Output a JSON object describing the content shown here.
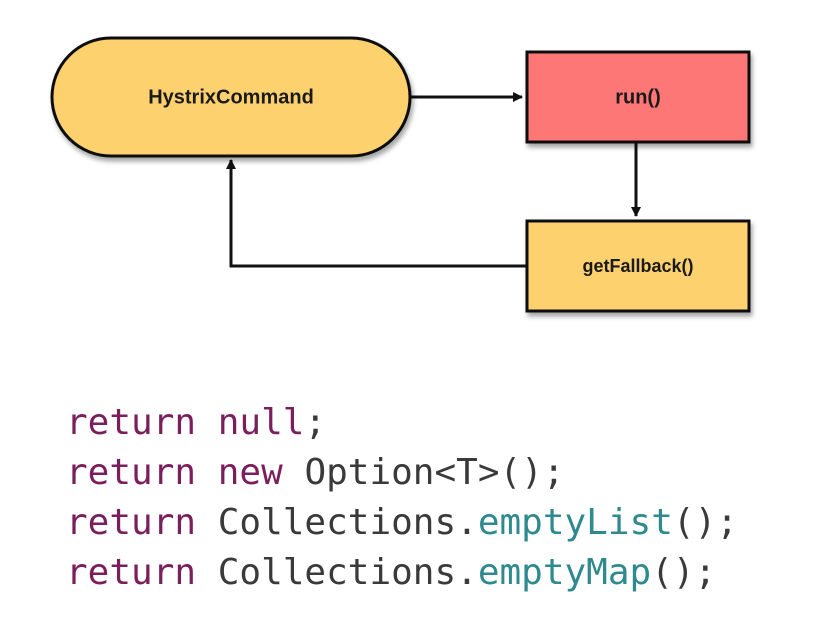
{
  "diagram": {
    "nodes": {
      "command": {
        "label": "HystrixCommand",
        "fill": "#FDD26E"
      },
      "run": {
        "label": "run()",
        "fill": "#FE7777"
      },
      "fallback": {
        "label": "getFallback()",
        "fill": "#FDD26E"
      }
    },
    "edges": [
      {
        "from": "command",
        "to": "run"
      },
      {
        "from": "run",
        "to": "fallback"
      },
      {
        "from": "fallback",
        "to": "command"
      }
    ],
    "stroke_color": "#111111"
  },
  "code": {
    "colors": {
      "keyword": "#7b1f5c",
      "plain": "#3a3a3a",
      "method": "#2f8a8f"
    },
    "lines": [
      {
        "tokens": [
          {
            "kind": "keyword",
            "text": "return"
          },
          {
            "kind": "plain",
            "text": " "
          },
          {
            "kind": "keyword",
            "text": "null"
          },
          {
            "kind": "plain",
            "text": ";"
          }
        ]
      },
      {
        "tokens": [
          {
            "kind": "keyword",
            "text": "return"
          },
          {
            "kind": "plain",
            "text": " "
          },
          {
            "kind": "keyword",
            "text": "new"
          },
          {
            "kind": "plain",
            "text": " Option<T>();"
          }
        ]
      },
      {
        "tokens": [
          {
            "kind": "keyword",
            "text": "return"
          },
          {
            "kind": "plain",
            "text": " Collections."
          },
          {
            "kind": "method",
            "text": "emptyList"
          },
          {
            "kind": "plain",
            "text": "();"
          }
        ]
      },
      {
        "tokens": [
          {
            "kind": "keyword",
            "text": "return"
          },
          {
            "kind": "plain",
            "text": " Collections."
          },
          {
            "kind": "method",
            "text": "emptyMap"
          },
          {
            "kind": "plain",
            "text": "();"
          }
        ]
      }
    ]
  }
}
